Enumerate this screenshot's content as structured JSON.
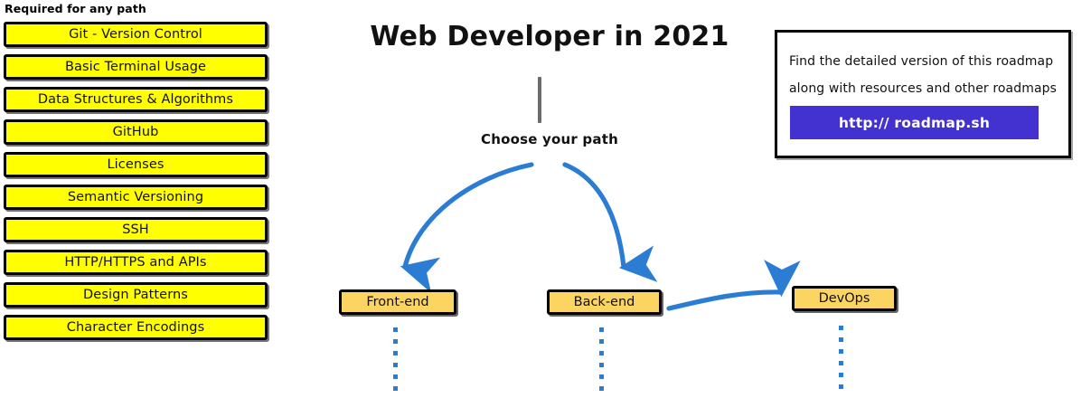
{
  "page": {
    "title": "Web Developer in 2021",
    "choose_path_label": "Choose your path"
  },
  "sidebar": {
    "heading": "Required for any path",
    "items": [
      {
        "label": "Git - Version Control"
      },
      {
        "label": "Basic Terminal Usage"
      },
      {
        "label": "Data Structures & Algorithms"
      },
      {
        "label": "GitHub"
      },
      {
        "label": "Licenses"
      },
      {
        "label": "Semantic Versioning"
      },
      {
        "label": "SSH"
      },
      {
        "label": "HTTP/HTTPS and APIs"
      },
      {
        "label": "Design Patterns"
      },
      {
        "label": "Character Encodings"
      }
    ]
  },
  "paths": {
    "frontend": {
      "label": "Front-end"
    },
    "backend": {
      "label": "Back-end"
    },
    "devops": {
      "label": "DevOps"
    }
  },
  "info_card": {
    "line1": "Find the detailed version of this roadmap",
    "line2": "along with resources and other roadmaps",
    "button_label": "http:// roadmap.sh"
  },
  "colors": {
    "required_box_fill": "#ffff00",
    "path_box_fill": "#fcd462",
    "arrow_blue": "#2b7cd3",
    "button_blue": "#4332d0",
    "stem_gray": "#6b6b6b",
    "border_black": "#000000",
    "background": "#ffffff"
  }
}
